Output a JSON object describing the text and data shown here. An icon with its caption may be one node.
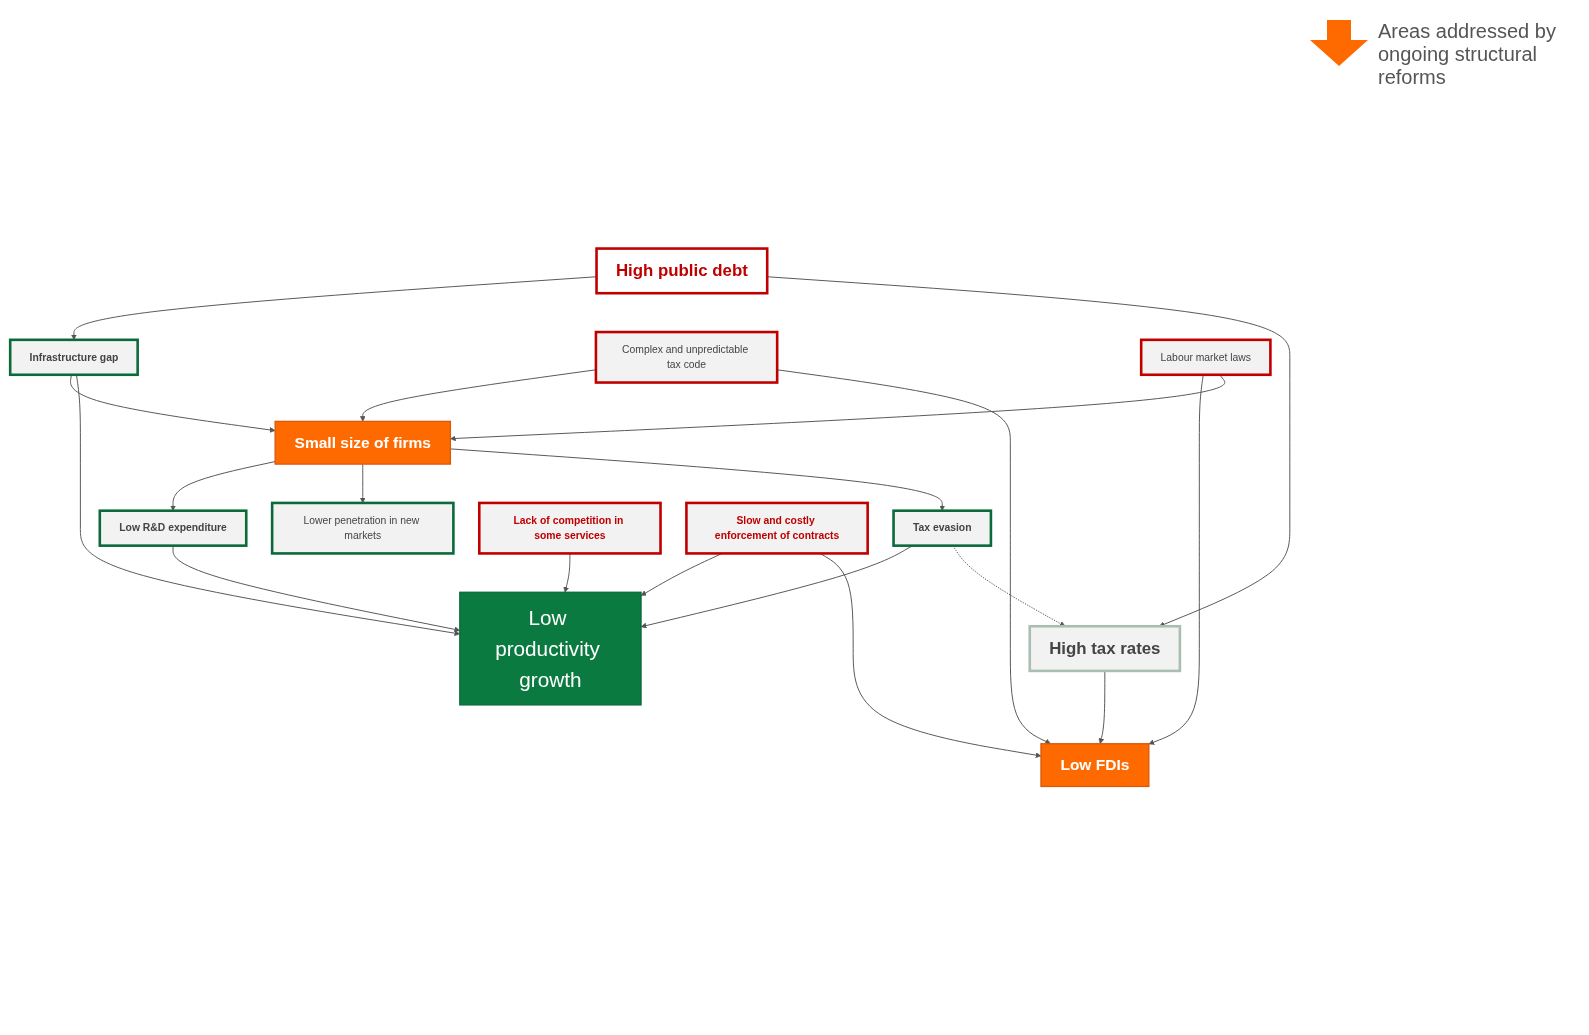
{
  "diagram": {
    "nodes": [
      {
        "text": [
          "High public debt"
        ]
      },
      {
        "text": [
          "Infrastructure gap"
        ]
      },
      {
        "text": [
          "Complex and unpredictable tax code"
        ]
      },
      {
        "text": [
          "High tax rates"
        ]
      },
      {
        "text": [
          "Labour market laws"
        ]
      },
      {
        "text": [
          "Small size of firms"
        ]
      },
      {
        "text": [
          "Low productivity growth"
        ]
      },
      {
        "text": [
          "Low FDIs"
        ]
      },
      {
        "text": [
          "Low R&D expenditure"
        ]
      },
      {
        "text": [
          "Lower penetration in new markets"
        ]
      },
      {
        "text": [
          "Tax evasion"
        ]
      },
      {
        "text": [
          "Lack of competition in some services"
        ]
      },
      {
        "text": [
          "Slow and costly enforcement of contracts"
        ]
      }
    ],
    "edges": [
      {
        "from": 0,
        "to": 1,
        "arrow": "to"
      },
      {
        "from": 0,
        "to": 3,
        "arrow": "to"
      },
      {
        "from": 1,
        "to": 5,
        "arrow": "to"
      },
      {
        "from": 1,
        "to": 6,
        "arrow": "to"
      },
      {
        "from": 2,
        "to": 5,
        "arrow": "to"
      },
      {
        "from": 2,
        "to": 7,
        "arrow": "to"
      },
      {
        "from": 3,
        "to": 7,
        "arrow": "to"
      },
      {
        "from": 4,
        "to": 7,
        "arrow": "to"
      },
      {
        "from": 4,
        "to": 5,
        "arrow": "to"
      },
      {
        "from": 5,
        "to": 8,
        "arrow": "to"
      },
      {
        "from": 5,
        "to": 9,
        "arrow": "to"
      },
      {
        "from": 5,
        "to": 10,
        "arrow": "to"
      },
      {
        "from": 8,
        "to": 6,
        "arrow": "to"
      },
      {
        "from": 10,
        "to": 6,
        "arrow": "to"
      },
      {
        "from": 11,
        "to": 6,
        "arrow": "to"
      },
      {
        "from": 12,
        "to": 6,
        "arrow": "to"
      },
      {
        "from": 12,
        "to": 7,
        "arrow": "to"
      },
      {
        "from": 10,
        "to": 3,
        "arrow": "to",
        "style": "dashed"
      }
    ],
    "legend": [
      {
        "text": "Areas addressed by ongoing structural reforms"
      }
    ]
  }
}
